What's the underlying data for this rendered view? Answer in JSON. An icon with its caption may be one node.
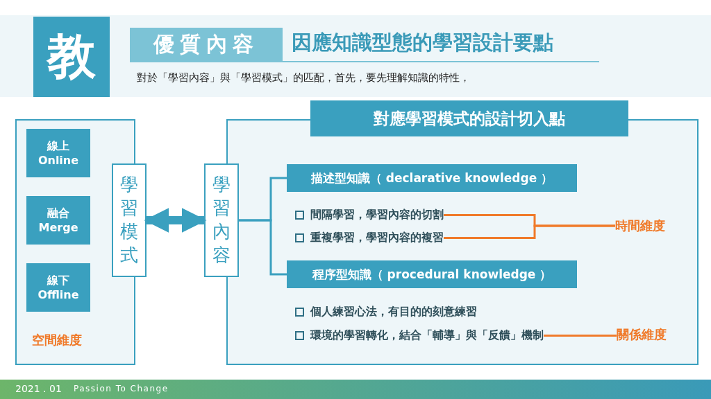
{
  "diagram": {
    "title": "因應知識型態的學習設計要點",
    "nodes": [
      {
        "text": [
          "教"
        ]
      },
      {
        "text": [
          "優質內容"
        ]
      },
      {
        "text": [
          "空間維度"
        ]
      },
      {
        "text": [
          "線上 Online"
        ],
        "in": 2
      },
      {
        "text": [
          "融合 Merge"
        ],
        "in": 2
      },
      {
        "text": [
          "線下 Offline"
        ],
        "in": 2
      },
      {
        "text": [
          "學習模式"
        ]
      },
      {
        "text": [
          "對應學習模式的設計切入點"
        ]
      },
      {
        "text": [
          "學習內容"
        ]
      },
      {
        "text": [
          "描述型知識（ declarative  knowledge ）"
        ],
        "in": 7
      },
      {
        "text": [
          "間隔學習，學習內容的切割"
        ],
        "in": 7
      },
      {
        "text": [
          "重複學習，學習內容的複習"
        ],
        "in": 7
      },
      {
        "text": [
          "時間維度"
        ],
        "in": 7
      },
      {
        "text": [
          "程序型知識（ procedural  knowledge ）"
        ],
        "in": 7
      },
      {
        "text": [
          "環境的學習轉化，結合「輔導」與「反饋」機制"
        ],
        "in": 7
      },
      {
        "text": [
          "關係維度"
        ],
        "in": 7
      }
    ],
    "edges": [
      {
        "from": 6,
        "to": 8,
        "arrow": "both",
        "style": "thick"
      },
      {
        "from": 8,
        "to": 9,
        "arrow": "none"
      },
      {
        "from": 8,
        "to": 13,
        "arrow": "none"
      },
      {
        "from": 10,
        "to": 12,
        "arrow": "none",
        "color": "#f07a2a"
      },
      {
        "from": 11,
        "to": 12,
        "arrow": "none",
        "color": "#f07a2a"
      },
      {
        "from": 14,
        "to": 15,
        "arrow": "none",
        "color": "#f07a2a"
      }
    ],
    "labels": [
      "對於「學習內容」與「學習模式」的匹配，首先，要先理解知識的特性，",
      "個人練習心法，有目的的刻意練習",
      "2021 . 01",
      "Passion To Change"
    ]
  }
}
